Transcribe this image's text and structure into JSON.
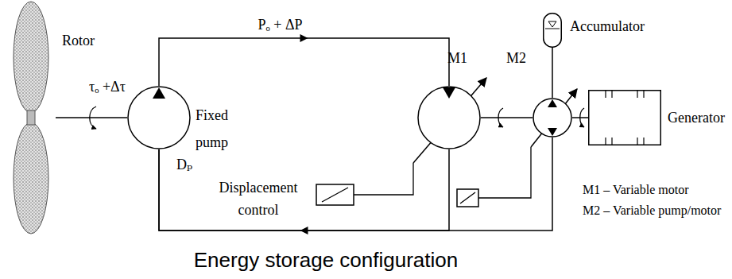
{
  "diagram": {
    "caption": "Energy storage configuration",
    "nodes": [
      {
        "text": [
          "Rotor"
        ]
      },
      {
        "text": [
          "Fixed pump"
        ]
      },
      {
        "text": [
          "M1"
        ]
      },
      {
        "text": [
          "Accumulator"
        ]
      },
      {
        "text": [
          "M2"
        ]
      },
      {
        "text": [
          "Generator"
        ]
      }
    ],
    "edges": [
      {
        "from": 1,
        "to": 2,
        "arrow": "to",
        "label": "Pₒ + ΔP"
      },
      {
        "from": 2,
        "to": 1,
        "arrow": "to"
      },
      {
        "from": 4,
        "to": 1,
        "arrow": "none"
      },
      {
        "from": 0,
        "to": 1,
        "arrow": "none"
      },
      {
        "from": 2,
        "to": 4,
        "arrow": "none"
      },
      {
        "from": 3,
        "to": 4,
        "arrow": "none"
      },
      {
        "from": 4,
        "to": 5,
        "arrow": "none"
      }
    ],
    "labels": [
      "τₒ +Δτ",
      "Dₚ",
      "Displacement control",
      "M1 – Variable motor",
      "M2 – Variable pump/motor"
    ]
  }
}
